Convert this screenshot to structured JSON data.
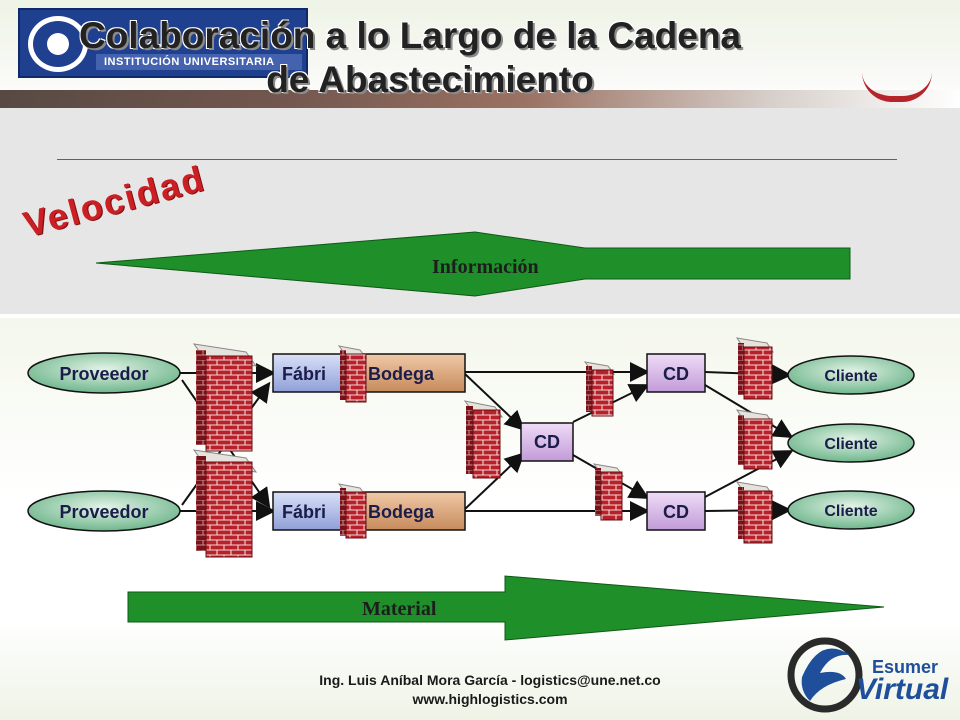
{
  "header": {
    "title_line1": "Colaboración a lo Largo de la Cadena",
    "title_line2": "de Abastecimiento",
    "institution": "INSTITUCIÓN UNIVERSITARIA"
  },
  "diagram": {
    "velocidad": "Velocidad",
    "arrow_informacion": "Información",
    "arrow_material": "Material",
    "nodes": {
      "proveedor_1": "Proveedor",
      "proveedor_2": "Proveedor",
      "fabrica_1": "Fábri",
      "fabrica_2": "Fábri",
      "bodega_1": "Bodega",
      "bodega_2": "Bodega",
      "cd_center": "CD",
      "cd_top": "CD",
      "cd_bottom": "CD",
      "cliente_1": "Cliente",
      "cliente_2": "Cliente",
      "cliente_3": "Cliente"
    }
  },
  "footer": {
    "line1": "Ing.  Luis Aníbal Mora García - logistics@une.net.co",
    "line2": "www.highlogistics.com",
    "logo_line1": "Esumer",
    "logo_line2": "Virtual"
  },
  "colors": {
    "arrow_green": "#1f8f2a",
    "title_red": "#cc1f24",
    "box_blue": "#a9b8e6",
    "box_bodega": "#d7a37a",
    "box_cd": "#d6b8e6",
    "oval_green": "#7fc19a",
    "brick_red": "#b8202a"
  }
}
